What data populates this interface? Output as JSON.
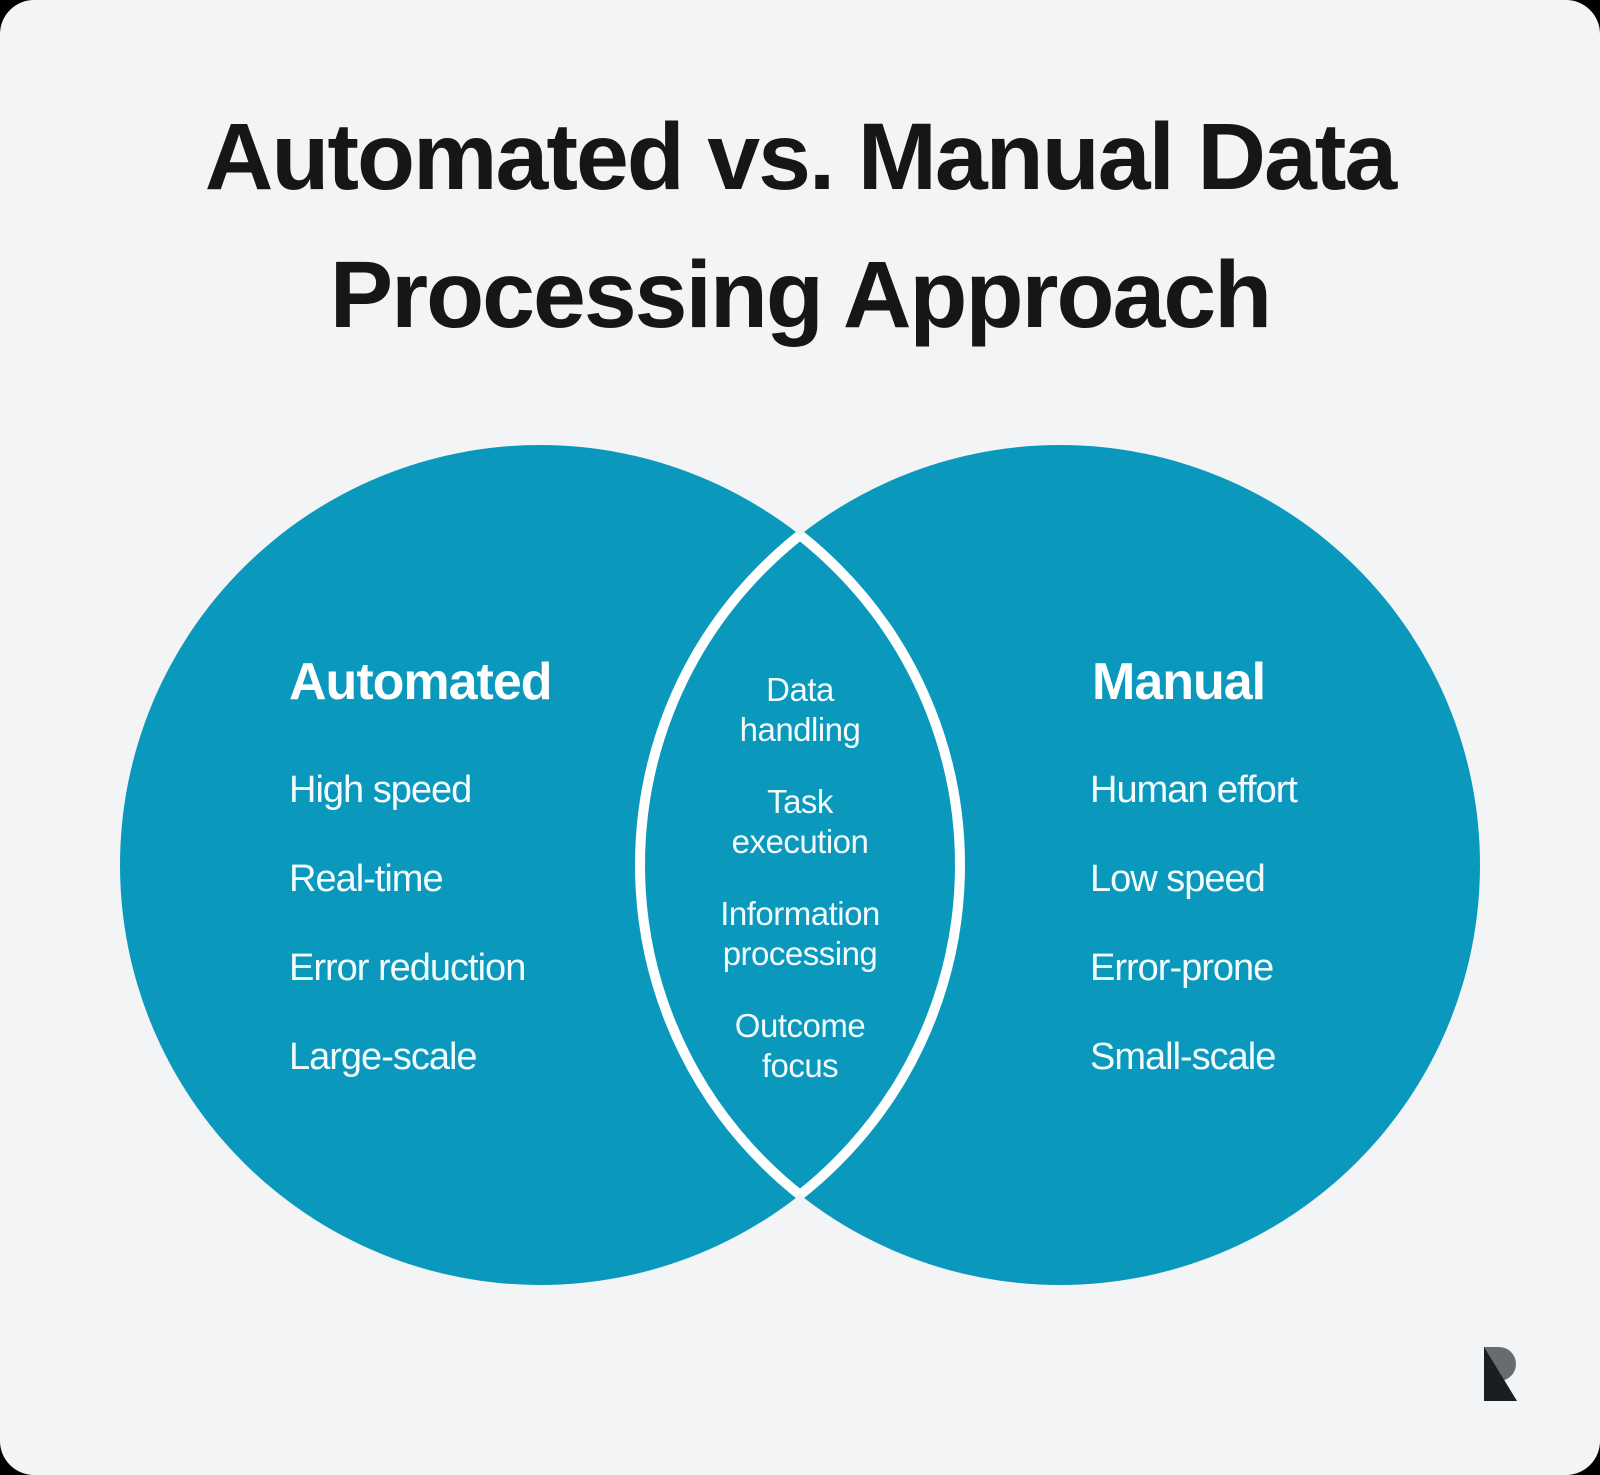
{
  "title": {
    "lines": [
      "Automated vs. Manual Data",
      "Processing Approach"
    ]
  },
  "venn": {
    "left": {
      "heading": "Automated",
      "items": [
        "High speed",
        "Real-time",
        "Error reduction",
        "Large-scale"
      ]
    },
    "overlap": {
      "items": [
        "Data handling",
        "Task execution",
        "Information processing",
        "Outcome focus"
      ]
    },
    "right": {
      "heading": "Manual",
      "items": [
        "Human effort",
        "Low speed",
        "Error-prone",
        "Small-scale"
      ]
    }
  },
  "colors": {
    "circle_fill": "#0A99BD",
    "overlap_outline": "#FFFFFF",
    "card_background": "#F2F4F5",
    "page_background": "#000000",
    "title_text": "#161616",
    "circle_text": "#FFFFFF",
    "logo_dark": "#1B1E21",
    "logo_gray": "#696C6E"
  },
  "branding": {
    "logo_icon": "r-logo"
  }
}
